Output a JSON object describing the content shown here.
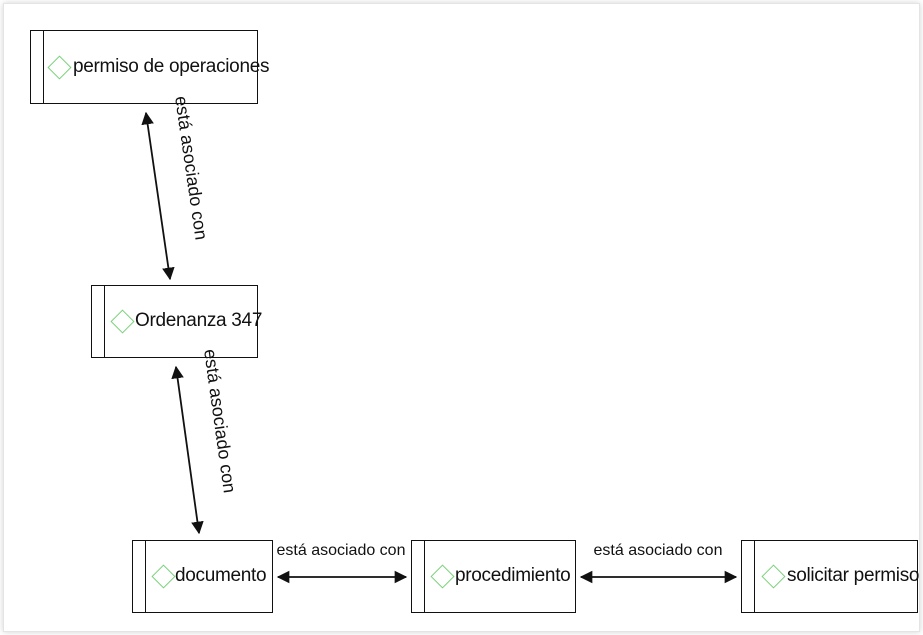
{
  "nodes": {
    "permiso": "permiso de operaciones",
    "ordenanza": "Ordenanza 347",
    "documento": "documento",
    "procedimiento": "procedimiento",
    "solicitar": "solicitar permiso"
  },
  "edges": {
    "permiso_ordenanza": "está asociado con",
    "ordenanza_documento": "está asociado con",
    "documento_procedimiento": "está asociado con",
    "procedimiento_solicitar": "está asociado con"
  },
  "colors": {
    "diamond": "#7ad17a",
    "stroke": "#111111"
  },
  "icons": {
    "node_marker": "diamond-icon",
    "edge_ends": "double-arrow-icon"
  }
}
